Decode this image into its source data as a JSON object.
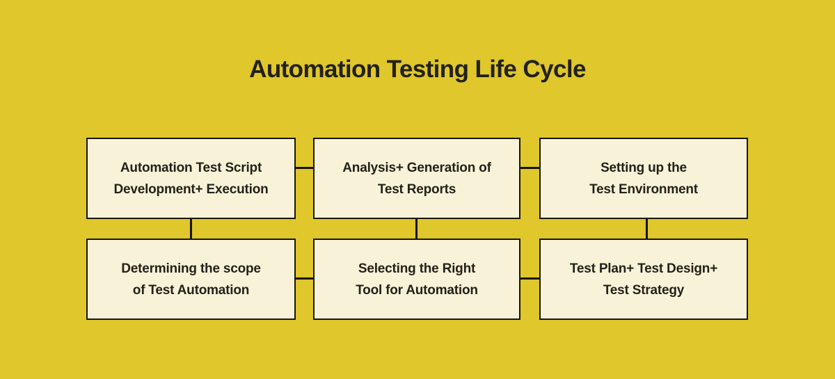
{
  "title": "Automation Testing Life Cycle",
  "colors": {
    "background": "#dfc72c",
    "box_fill": "#f8f3d8",
    "line": "#17150f",
    "text": "#23211a"
  },
  "boxes": [
    {
      "line1": "Automation Test Script",
      "line2": "Development+ Execution"
    },
    {
      "line1": "Analysis+ Generation of",
      "line2": "Test Reports"
    },
    {
      "line1": "Setting up the",
      "line2": "Test Environment"
    },
    {
      "line1": "Determining the scope",
      "line2": "of Test Automation"
    },
    {
      "line1": "Selecting the Right",
      "line2": "Tool for Automation"
    },
    {
      "line1": "Test Plan+ Test Design+",
      "line2": "Test Strategy"
    }
  ]
}
